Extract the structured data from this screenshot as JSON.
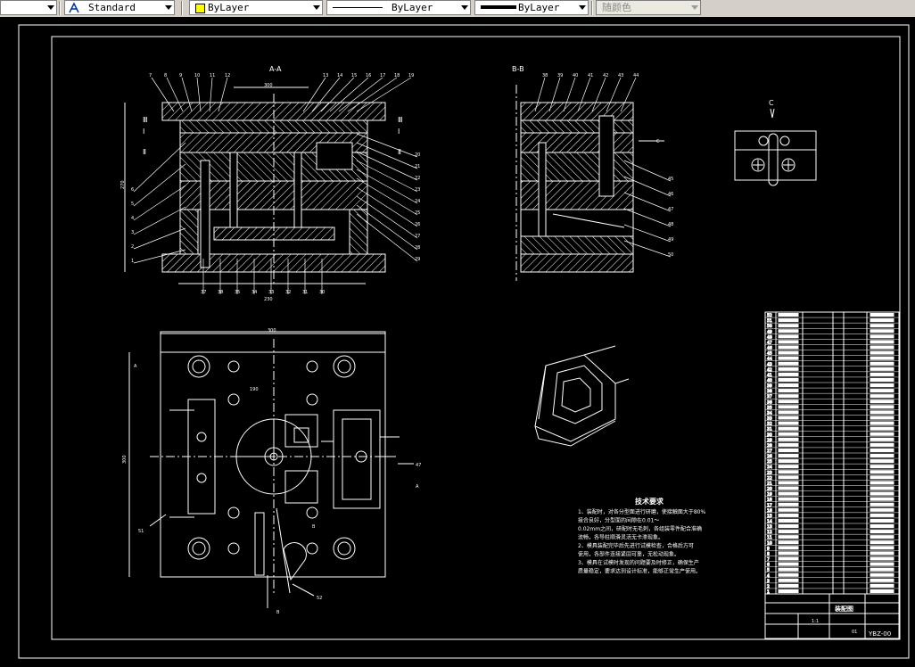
{
  "toolbar": {
    "text_style": "Standard",
    "layer": "ByLayer",
    "linetype": "ByLayer",
    "lineweight": "ByLayer",
    "color": "随颜色"
  },
  "drawing": {
    "view_aa": "A-A",
    "view_bb": "B-B",
    "view_c": "C",
    "tech_title": "技术要求",
    "tech_lines": [
      "1、装配时，对各分型面进行研磨，使接触面大于80%",
      "接合良好，分型面的间隙在0.01～",
      "0.02mm之间，研配时无毛刺，各组装零件配合准确",
      "流畅，各导柱顺滑灵活无卡滞现象。",
      "2、模具装配完毕后先进行试模检查，合格后方可",
      "使用，各部件连接紧固可靠，无松动现象。",
      "3、模具在试模时发现的问题要及时修正，确保生产",
      "质量稳定，要求达到设计标准，能够正常生产使用。"
    ],
    "title_block_name": "装配图",
    "drawing_number": "YBZ-00",
    "sheet_no": "01",
    "scale": "1:1",
    "dim_top_width": "300",
    "dim_plan_width": "300",
    "dim_bottom_width": "230",
    "dim_left_height": "270",
    "dim_side": "300",
    "dim_mid": "190",
    "label_a_left": "A",
    "label_a_right": "A",
    "label_b": "B",
    "callout_47": "47",
    "callout_51": "51",
    "callout_52": "52",
    "callout_c": "C",
    "callout_b2": "B",
    "section_left": [
      "Ⅲ",
      "Ⅰ",
      "Ⅱ"
    ],
    "section_right": [
      "Ⅲ",
      "Ⅰ",
      "Ⅱ"
    ],
    "callouts_top_aa": [
      "7",
      "8",
      "9",
      "10",
      "11",
      "12",
      "13",
      "14",
      "15",
      "16",
      "17",
      "18",
      "19"
    ],
    "callouts_bottom_aa": [
      "37",
      "38",
      "35",
      "34",
      "33",
      "32",
      "31",
      "30"
    ],
    "callouts_left_aa": [
      "6",
      "5",
      "4",
      "3",
      "2",
      "1"
    ],
    "callouts_right_aa": [
      "20",
      "21",
      "22",
      "23",
      "24",
      "25",
      "26",
      "27",
      "28",
      "29"
    ],
    "callouts_top_bb": [
      "38",
      "39",
      "40",
      "41",
      "42",
      "43",
      "44"
    ],
    "callouts_right_bb": [
      "45",
      "46",
      "47",
      "48",
      "49",
      "50"
    ],
    "bom_rows": [
      "52",
      "51",
      "50",
      "49",
      "48",
      "47",
      "46",
      "45",
      "44",
      "43",
      "42",
      "41",
      "40",
      "39",
      "38",
      "37",
      "36",
      "35",
      "34",
      "33",
      "32",
      "31",
      "30",
      "29",
      "28",
      "27",
      "26",
      "25",
      "24",
      "23",
      "22",
      "21",
      "20",
      "19",
      "18",
      "17",
      "16",
      "15",
      "14",
      "13",
      "12",
      "11",
      "10",
      "9",
      "8",
      "7",
      "6",
      "5",
      "4",
      "3",
      "2",
      "1"
    ]
  },
  "colors": {
    "line": "#ffffff",
    "background": "#000000",
    "toolbar": "#d4d0c8"
  }
}
